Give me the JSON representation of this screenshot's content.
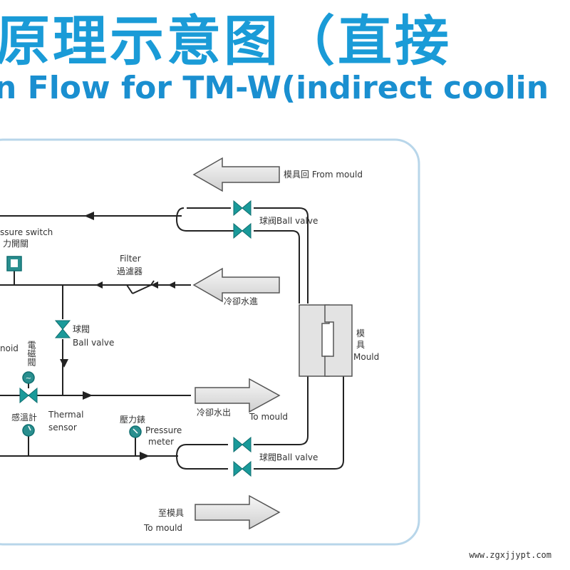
{
  "title": {
    "chinese": "原理示意图（直接",
    "english": "n Flow for TM-W(indirect coolin"
  },
  "labels": {
    "from_mould": "模具回 From mould",
    "ball_valve_top": "球阀Ball valve",
    "pressure_switch_en": "ssure switch",
    "pressure_switch_cn": "力開關",
    "filter_en": "Filter",
    "filter_cn": "過濾器",
    "cooling_water_in": "冷卻水進",
    "ball_valve_mid_cn": "球閥",
    "ball_valve_mid_en": "Ball valve",
    "solenoid_cut": "noid",
    "solenoid_cn": "電磁閥",
    "mould_cn_1": "模",
    "mould_cn_2": "具",
    "mould_en": "Mould",
    "cooling_water_out": "冷卻水出",
    "to_mould_mid": "To mould",
    "thermometer_cn": "感溫計",
    "thermal_en_1": "Thermal",
    "thermal_en_2": "sensor",
    "pressure_gauge_cn": "壓力錶",
    "pressure_meter_en_1": "Pressure",
    "pressure_meter_en_2": "meter",
    "ball_valve_bottom": "球閥Ball valve",
    "to_mould_cn": "至模具",
    "to_mould_bottom": "To mould"
  },
  "watermark": "www.zgxjjypt.com",
  "colors": {
    "title": "#1a9bd7",
    "valve": "#1a9a9a",
    "pipe": "#222222",
    "panel_border": "#b8d6ea",
    "arrow_fill": "#e6e6e6"
  }
}
